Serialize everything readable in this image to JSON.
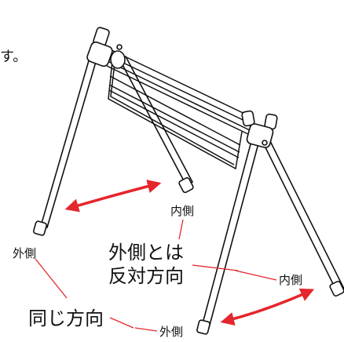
{
  "colors": {
    "line": "#111111",
    "arrow": "#e5262c",
    "pointer": "#e5262c",
    "background": "#ffffff"
  },
  "labels": {
    "top_fragment": "す。",
    "inside_top": "内側",
    "outside_left": "外側",
    "opposite_line1": "外側とは",
    "opposite_line2": "反対方向",
    "inside_right": "内側",
    "same_direction": "同じ方向",
    "outside_bottom": "外側"
  }
}
